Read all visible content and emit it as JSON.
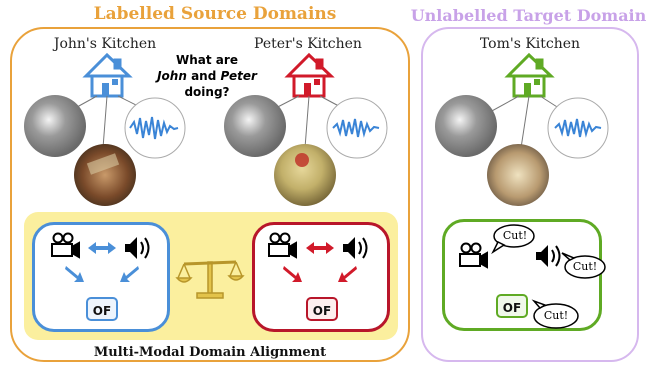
{
  "source": {
    "title": "Labelled Source Domains",
    "kitchens": [
      {
        "name": "John's Kitchen",
        "color": "#4a8fd8"
      },
      {
        "name": "Peter's Kitchen",
        "color": "#d11a2a"
      }
    ],
    "question": {
      "line1": "What are",
      "name1": "John",
      "and": "and",
      "name2": "Peter",
      "line3": "doing?"
    },
    "alignment_label": "Multi-Modal Domain Alignment",
    "of_label": "OF"
  },
  "target": {
    "title": "Unlabelled Target Domain",
    "kitchen": {
      "name": "Tom's Kitchen",
      "color": "#5faa24"
    },
    "bubble_text": "Cut!",
    "of_label": "OF"
  },
  "icons": [
    "house-icon",
    "camera-icon",
    "speaker-icon",
    "scale-icon",
    "waveform-icon"
  ]
}
